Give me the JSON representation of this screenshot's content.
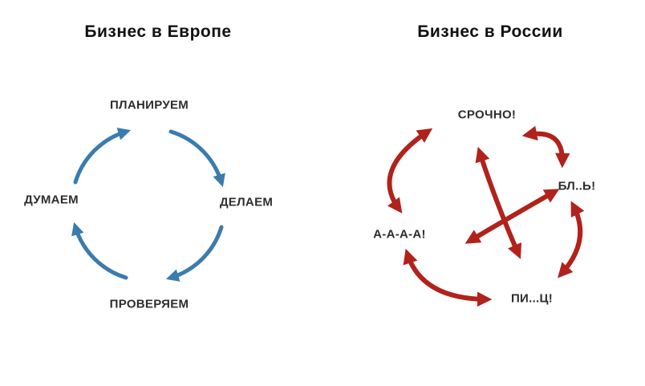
{
  "left": {
    "title": "Бизнес в Европе",
    "arrow_color": "#3b7cad",
    "nodes": {
      "plan": "ПЛАНИРУЕМ",
      "do": "ДЕЛАЕМ",
      "check": "ПРОВЕРЯЕМ",
      "think": "ДУМАЕМ"
    }
  },
  "right": {
    "title": "Бизнес в России",
    "arrow_color": "#b1221c",
    "nodes": {
      "urgent": "СРОЧНО!",
      "expletive1": "БЛ..Ь!",
      "scream": "А-А-А-А!",
      "expletive2": "ПИ...Ц!"
    }
  }
}
